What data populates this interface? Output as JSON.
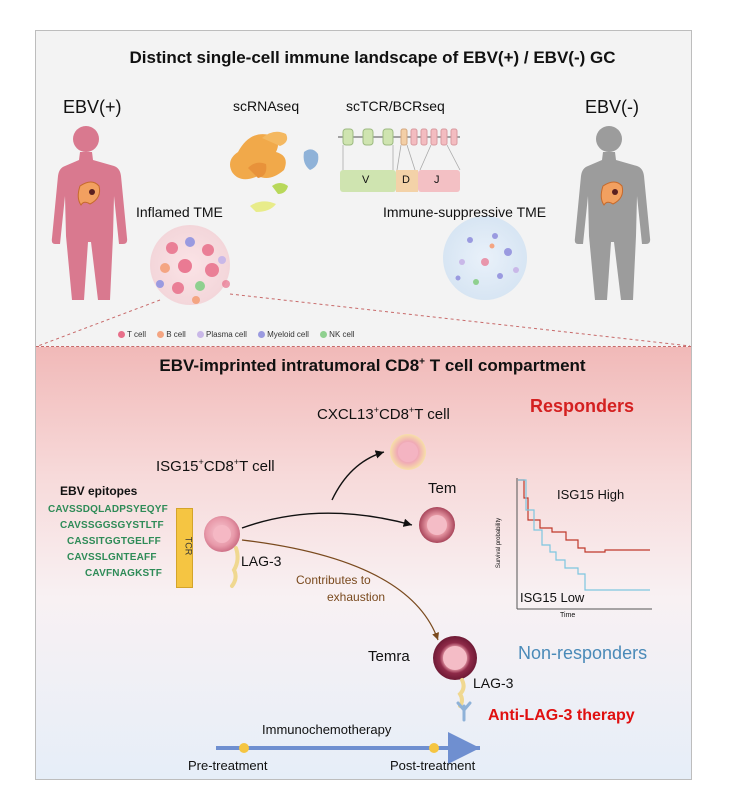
{
  "top": {
    "title": "Distinct single-cell immune landscape of EBV(+) / EBV(-) GC",
    "ebv_pos": "EBV(+)",
    "ebv_neg": "EBV(-)",
    "scrnaseq": "scRNAseq",
    "sctcr": "scTCR/BCRseq",
    "gene_v": "V",
    "gene_d": "D",
    "gene_j": "J",
    "inflamed": "Inflamed TME",
    "suppressive": "Immune-suppressive TME",
    "legend": [
      {
        "label": "T cell",
        "color": "#e86f8a"
      },
      {
        "label": "B cell",
        "color": "#f4a582"
      },
      {
        "label": "Plasma cell",
        "color": "#c9b8e8"
      },
      {
        "label": "Myeloid cell",
        "color": "#9a9ae0"
      },
      {
        "label": "NK cell",
        "color": "#8fd08f"
      }
    ]
  },
  "bottom": {
    "title_main": "EBV-imprinted intratumoral CD8",
    "title_sup": "+",
    "title_tail": " T cell compartment",
    "responders": "Responders",
    "non_responders": "Non-responders",
    "cxcl13_a": "CXCL13",
    "cxcl13_sup1": "+",
    "cxcl13_b": "CD8",
    "cxcl13_sup2": "+",
    "cxcl13_c": "T cell",
    "isg15_a": "ISG15",
    "isg15_sup1": "+",
    "isg15_b": "CD8",
    "isg15_sup2": "+",
    "isg15_c": "T cell",
    "tem": "Tem",
    "temra": "Temra",
    "lag3_a": "LAG-3",
    "lag3_b": "LAG-3",
    "contributes_1": "Contributes to",
    "contributes_2": "exhaustion",
    "epitopes_title": "EBV epitopes",
    "tcr": "TCR",
    "epitopes": [
      "CAVSSDQLADPSYEQYF",
      "CAVSSGGSGYSTLTF",
      "CASSITGGTGELFF",
      "CAVSSLGNTEAFF",
      "CAVFNAGKSTF"
    ],
    "km": {
      "high": "ISG15 High",
      "low": "ISG15 Low",
      "ylabel": "Survival probability",
      "xlabel": "Time"
    },
    "therapy": "Anti-LAG-3 therapy",
    "immunochemo": "Immunochemotherapy",
    "pre": "Pre-treatment",
    "post": "Post-treatment"
  },
  "colors": {
    "responders": "#d42020",
    "non_responders": "#4a8ab8",
    "therapy": "#e01010",
    "arrow_brown": "#7a4a1e",
    "km_high": "#c0392b",
    "km_low": "#7ec6e0"
  }
}
